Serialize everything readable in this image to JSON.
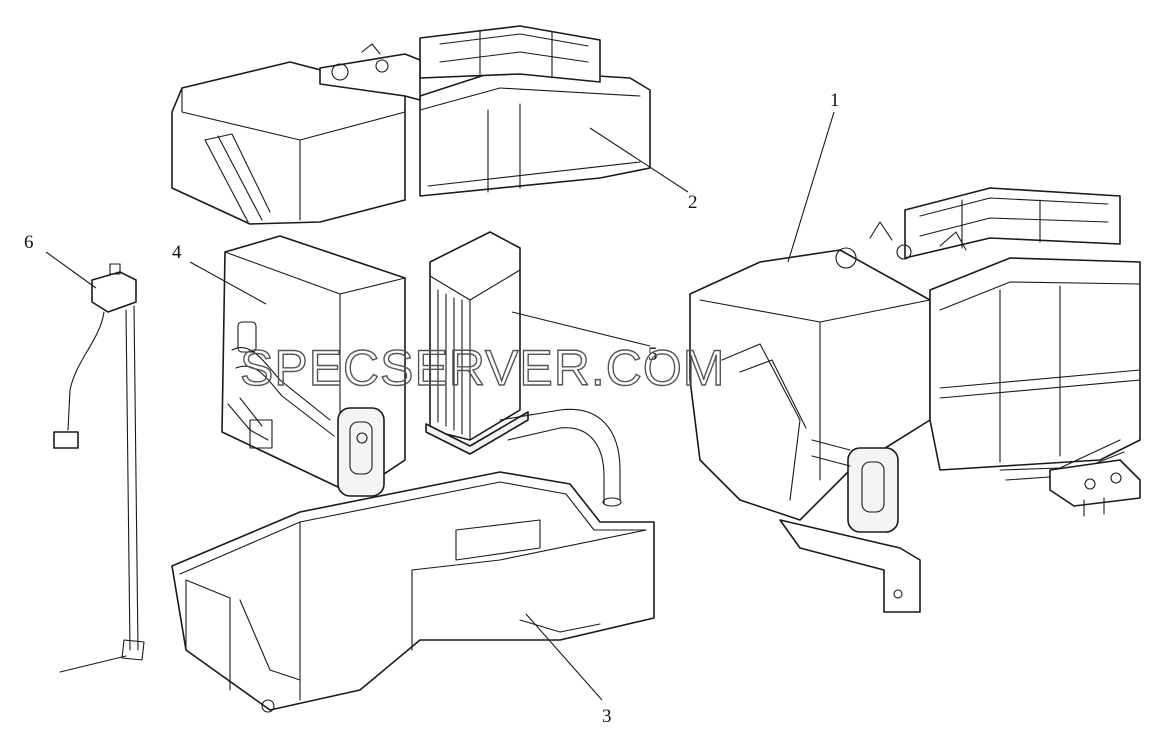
{
  "callouts": [
    {
      "id": "1",
      "text": "1"
    },
    {
      "id": "2",
      "text": "2"
    },
    {
      "id": "3",
      "text": "3"
    },
    {
      "id": "4",
      "text": "4"
    },
    {
      "id": "5",
      "text": "5"
    },
    {
      "id": "6",
      "text": "6"
    }
  ],
  "watermark": "SPECSERVER.COM",
  "colors": {
    "line": "#1a1a1a",
    "background": "#ffffff"
  }
}
